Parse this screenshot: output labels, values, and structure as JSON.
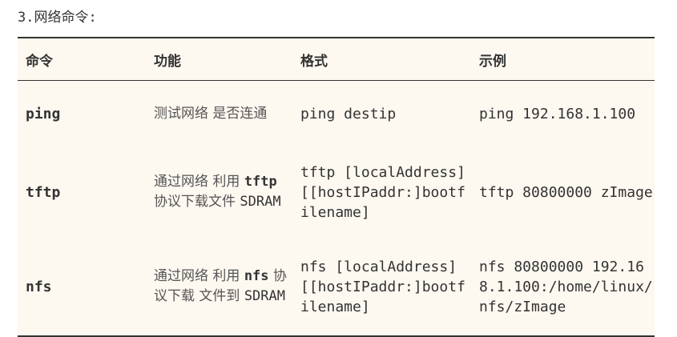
{
  "heading": "3.网络命令:",
  "table": {
    "headers": [
      "命令",
      "功能",
      "格式",
      "示例"
    ],
    "rows": [
      {
        "command": "ping",
        "function_parts": [
          "测试网络 是否连通"
        ],
        "format": "ping destip",
        "example": "ping 192.168.1.100"
      },
      {
        "command": "tftp",
        "function_parts": [
          "通过网络 利用 ",
          "tftp",
          " 协议下载文件 ",
          "SDRAM"
        ],
        "format": "tftp [localAddress] [[hostIPaddr:]bootfilename]",
        "example": "tftp 80800000 zImage"
      },
      {
        "command": "nfs",
        "function_parts": [
          "通过网络 利用 ",
          "nfs",
          " 协议下载 文件到 ",
          "SDRAM"
        ],
        "format": "nfs [localAddress] [[hostIPaddr:]bootfilename]",
        "example": "nfs 80800000 192.168.1.100:/home/linux/nfs/zImage"
      }
    ]
  }
}
